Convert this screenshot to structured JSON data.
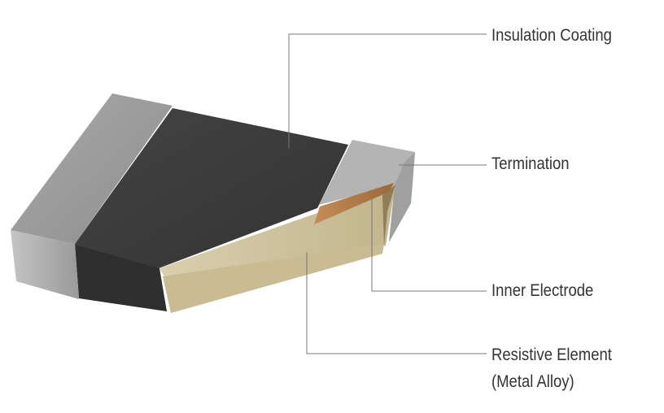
{
  "labels": {
    "insulation": "Insulation Coating",
    "termination": "Termination",
    "electrode": "Inner Electrode",
    "resistive_line1": "Resistive Element",
    "resistive_line2": "(Metal Alloy)"
  },
  "colors": {
    "termination": "#a8a8a8",
    "coating": "#3a3a3a",
    "resistive": "#cfc39d",
    "electrode": "#b07a48",
    "leader": "#777777"
  }
}
